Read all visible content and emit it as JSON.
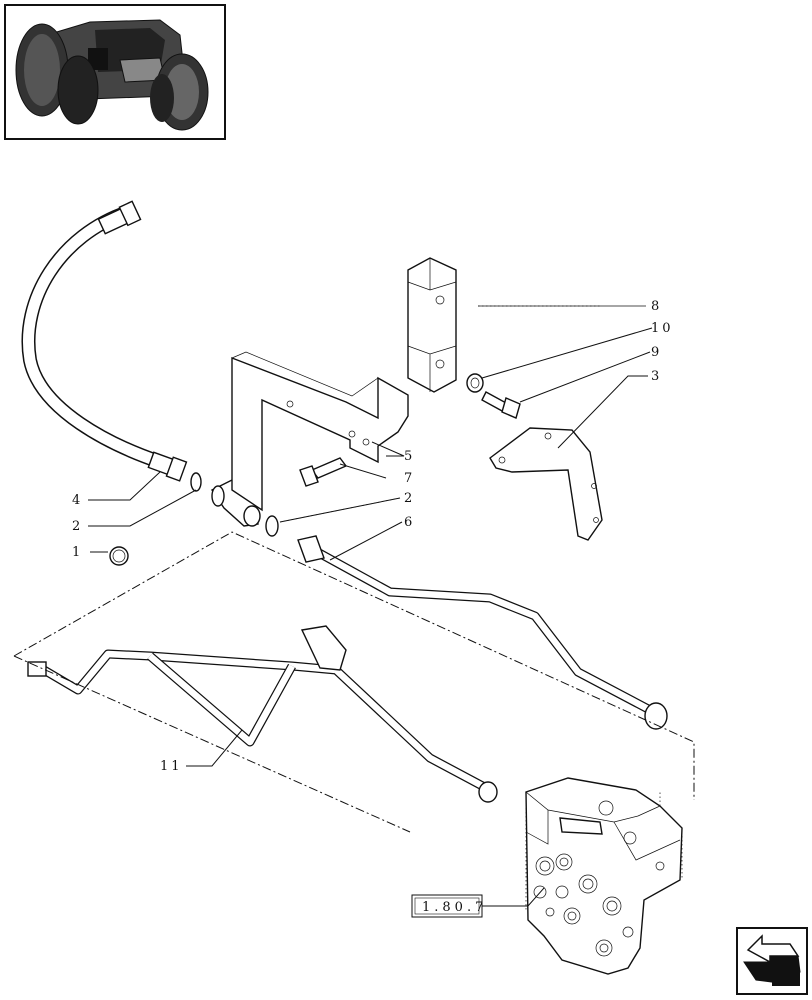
{
  "callouts": {
    "c1": "1",
    "c2a": "2",
    "c2b": "2",
    "c3": "3",
    "c4": "4",
    "c5": "5",
    "c6": "6",
    "c7": "7",
    "c8": "8",
    "c9": "9",
    "c10": "10",
    "c11": "11"
  },
  "reference": {
    "label": "1.80.7"
  },
  "icons": {
    "thumbnail": "tractor-thumbnail-icon",
    "nav": "next-page-arrow-icon"
  }
}
